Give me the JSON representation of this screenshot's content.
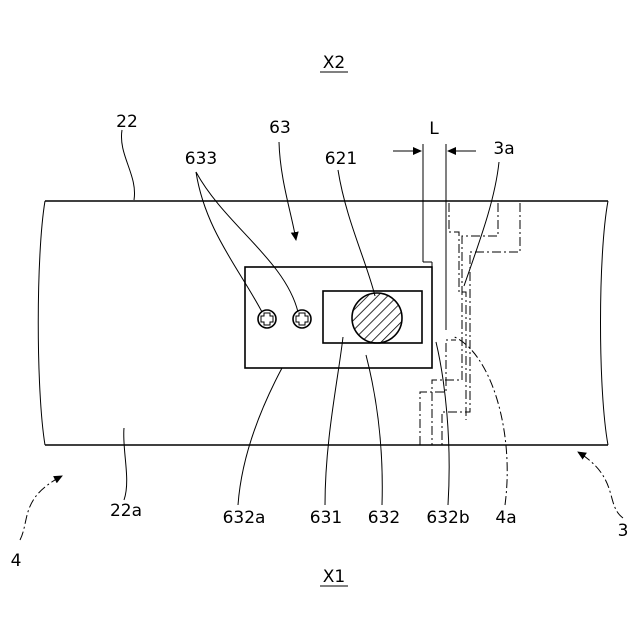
{
  "directions": {
    "top": "X2",
    "bottom": "X1"
  },
  "labels": {
    "l22": "22",
    "l63": "63",
    "l633": "633",
    "l621": "621",
    "lL": "L",
    "l3a": "3a",
    "l22a": "22a",
    "l632a": "632a",
    "l631": "631",
    "l632": "632",
    "l632b": "632b",
    "l4a": "4a",
    "l3": "3",
    "l4": "4"
  }
}
